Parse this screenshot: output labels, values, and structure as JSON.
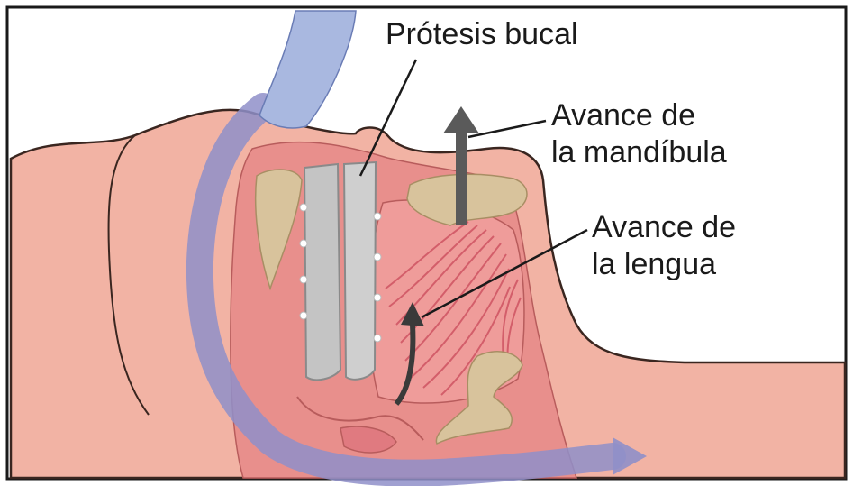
{
  "labels": {
    "appliance": "Prótesis bucal",
    "jaw_line1": "Avance de",
    "jaw_line2": "la mandíbula",
    "tongue_line1": "Avance de",
    "tongue_line2": "la lengua"
  },
  "colors": {
    "skin": "#f2b3a4",
    "skin_outline": "#3a2620",
    "tissue": "#e88f8c",
    "muscle": "#d86a72",
    "airway": "#8f8fc9",
    "bone": "#d8c39c",
    "appliance": "#c4c4c4",
    "arrow": "#5a5a5a",
    "frame": "#1a1a1a"
  }
}
